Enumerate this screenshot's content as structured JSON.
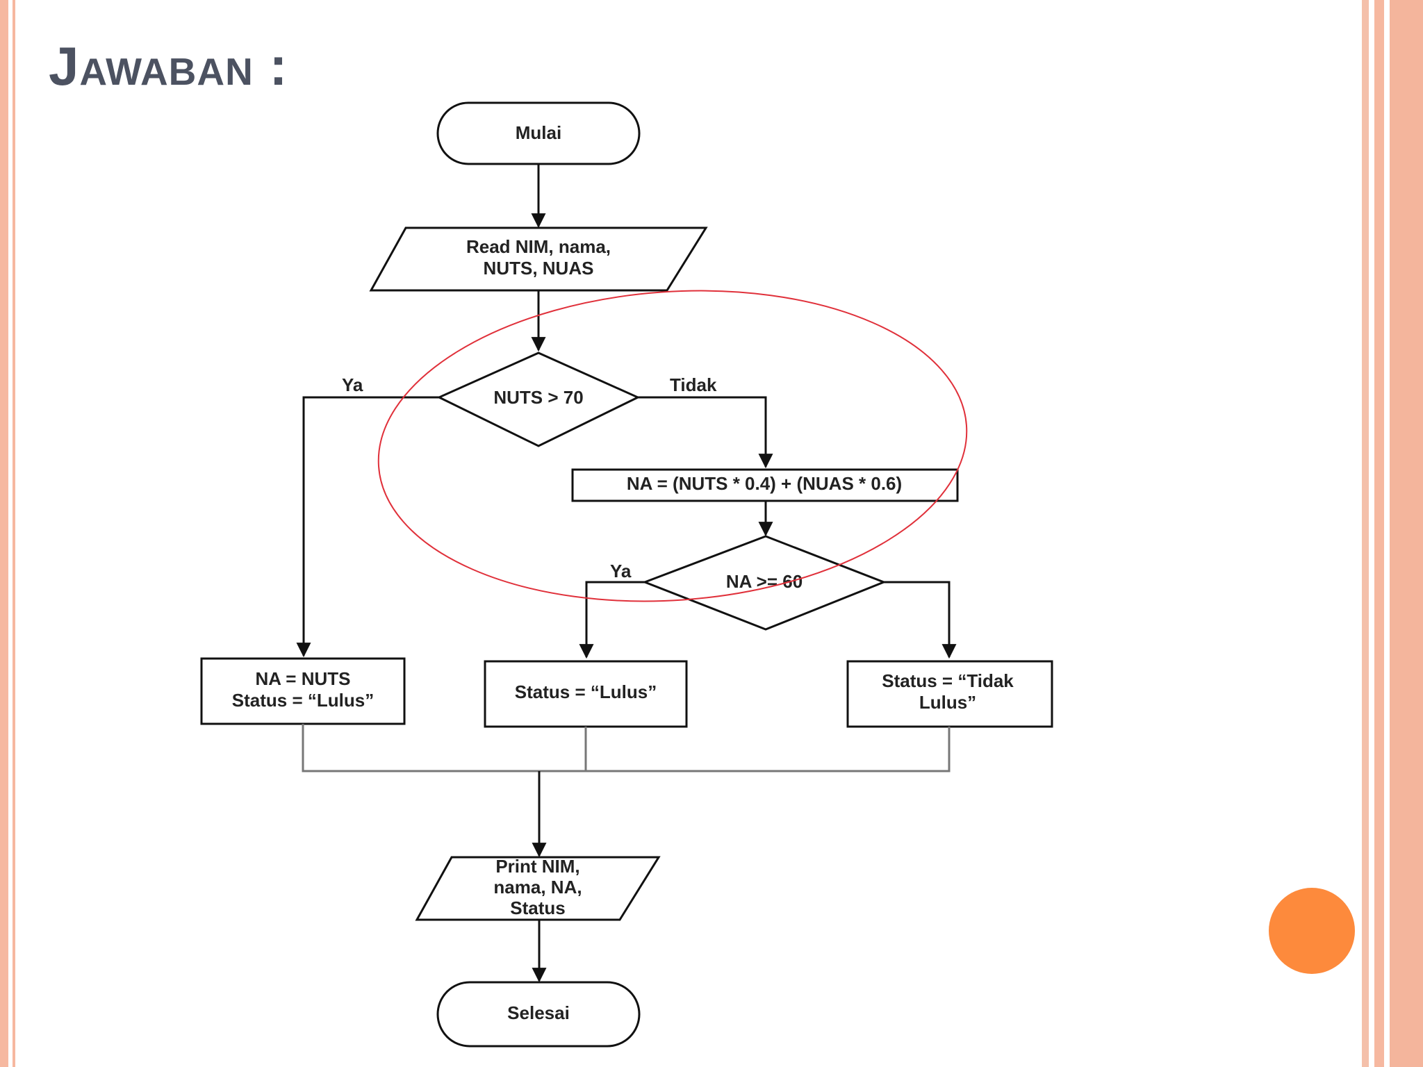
{
  "slide": {
    "title": "Jawaban :",
    "colors": {
      "border": "#f6b8a0",
      "title": "#4c5261",
      "highlight_ellipse": "#e0303a",
      "dot": "#fd8a3c"
    }
  },
  "flowchart": {
    "start": "Mulai",
    "input": [
      "Read NIM, nama,",
      "NUTS, NUAS"
    ],
    "decision_1": "NUTS > 70",
    "decision_1_yes": "Ya",
    "decision_1_no": "Tidak",
    "process_na": "NA = (NUTS * 0.4) + (NUAS * 0.6)",
    "decision_2": "NA >= 60",
    "decision_2_yes": "Ya",
    "box_left": [
      "NA = NUTS",
      "Status = “Lulus”"
    ],
    "box_middle": "Status = “Lulus”",
    "box_right": [
      "Status = “Tidak",
      "Lulus”"
    ],
    "output": [
      "Print NIM,",
      "nama, NA,",
      "Status"
    ],
    "end": "Selesai"
  }
}
